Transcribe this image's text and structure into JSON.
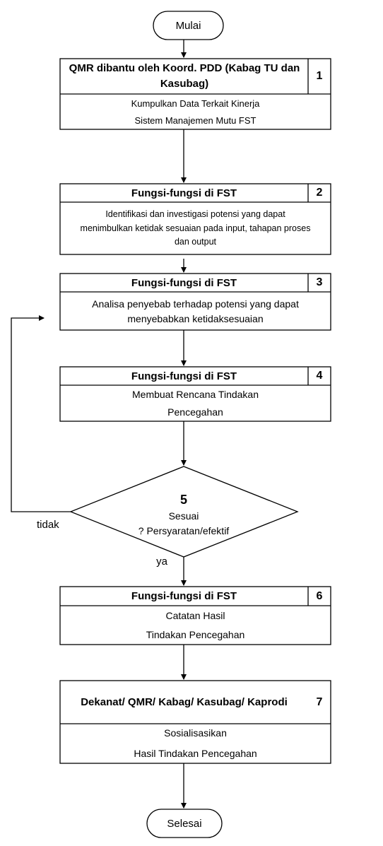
{
  "start_label": "Mulai",
  "end_label": "Selesai",
  "steps": [
    {
      "number": "1",
      "header": "QMR dibantu oleh Koord. PDD (Kabag TU dan Kasubag)",
      "lines": [
        "Kumpulkan Data Terkait  Kinerja",
        "Sistem Manajemen Mutu FST"
      ]
    },
    {
      "number": "2",
      "header": "Fungsi-fungsi di FST",
      "lines": [
        "Identifikasi dan investigasi potensi yang dapat",
        "menimbulkan ketidak sesuaian pada input, tahapan proses",
        "dan output"
      ]
    },
    {
      "number": "3",
      "header": "Fungsi-fungsi di FST",
      "lines": [
        "Analisa penyebab terhadap potensi yang dapat",
        "menyebabkan ketidaksesuaian"
      ]
    },
    {
      "number": "4",
      "header": "Fungsi-fungsi di FST",
      "lines": [
        "Membuat Rencana Tindakan",
        "Pencegahan"
      ]
    },
    {
      "number": "6",
      "header": "Fungsi-fungsi di FST",
      "lines": [
        "Catatan Hasil",
        "Tindakan Pencegahan"
      ]
    },
    {
      "number": "7",
      "header": "Dekanat/ QMR/ Kabag/ Kasubag/ Kaprodi",
      "lines": [
        "Sosialisasikan",
        "Hasil Tindakan Pencegahan"
      ]
    }
  ],
  "decision": {
    "number": "5",
    "line1": "Sesuai",
    "line2": "? Persyaratan/efektif",
    "no_label": "tidak",
    "yes_label": "ya"
  }
}
